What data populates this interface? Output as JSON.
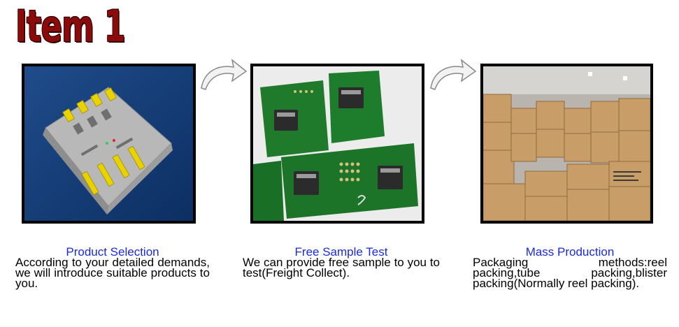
{
  "title": "Item 1",
  "steps": [
    {
      "heading": "Product Selection",
      "text": "According to your detailed demands, we will introduce suitable products to you."
    },
    {
      "heading": "Free Sample Test",
      "text": "We can provide free sample to you to test(Freight Collect)."
    },
    {
      "heading": "Mass Production",
      "text": "Packaging methods:reel packing,tube packing,blister packing(Normally reel packing)."
    }
  ],
  "colors": {
    "title": "#8b0a0a",
    "heading": "#1a2bd6",
    "frame": "#000000"
  },
  "icons": [
    "curved-arrow-icon"
  ]
}
